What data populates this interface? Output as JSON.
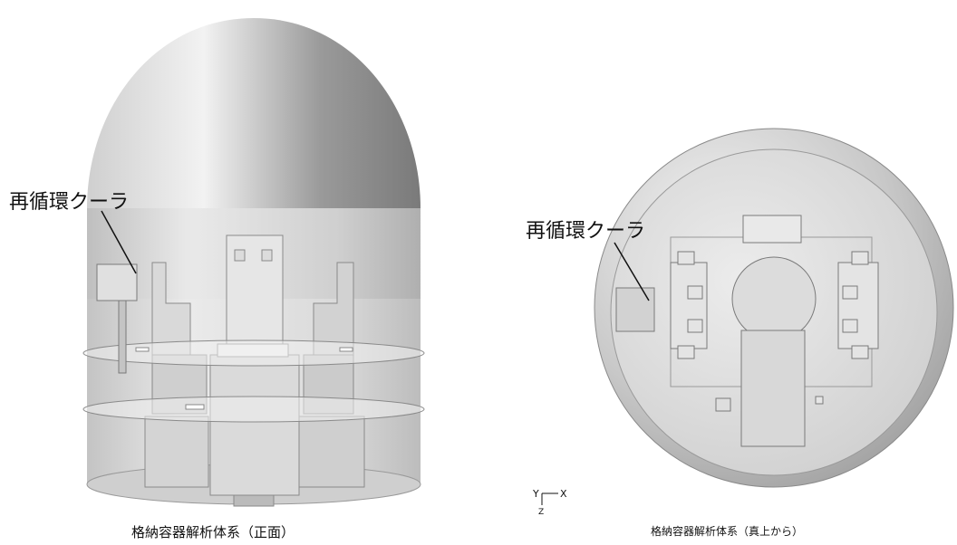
{
  "front_view": {
    "component_label": "再循環クーラ",
    "caption": "格納容器解析体系（正面）"
  },
  "top_view": {
    "component_label": "再循環クーラ",
    "caption": "格納容器解析体系（真上から）",
    "axis_triad": {
      "y_label": "Y",
      "x_label": "X",
      "z_label": "Z"
    }
  }
}
